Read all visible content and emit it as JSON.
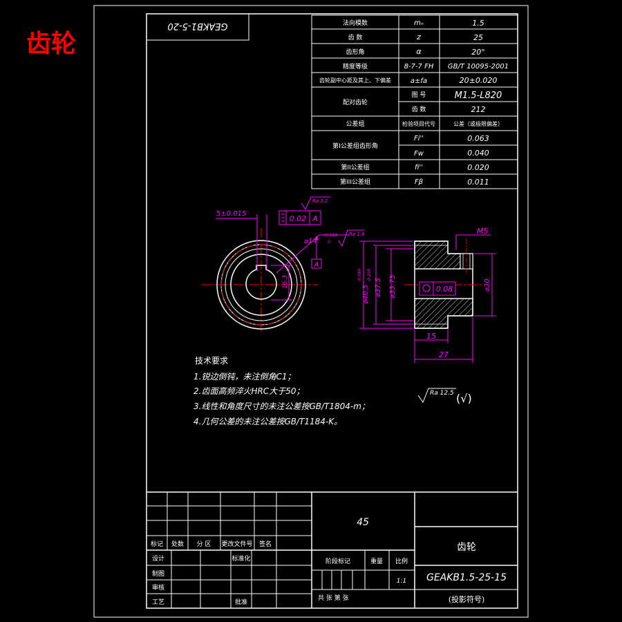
{
  "page_title": "齿轮",
  "mirror_code": "GEAKB1-5-20",
  "param_table": {
    "rows": [
      {
        "label": "法向模数",
        "symbol": "mₙ",
        "value": "1.5"
      },
      {
        "label": "齿  数",
        "symbol": "z",
        "value": "25"
      },
      {
        "label": "齿形角",
        "symbol": "α",
        "value": "20°"
      },
      {
        "label": "精度等级",
        "symbol": "8-7-7 FH",
        "value": "GB/T 10095-2001"
      },
      {
        "label": "齿轮副中心距及其上、下偏差",
        "symbol": "a±fa",
        "value": "20±0.020"
      }
    ],
    "mating_label": "配对齿轮",
    "mating_rows": [
      {
        "key": "图  号",
        "value": "M1.5-L820"
      },
      {
        "key": "齿  数",
        "value": "212"
      }
    ],
    "tol_header": {
      "label": "公差组",
      "symbol": "检验项目代号",
      "value": "公差（或极限偏差）"
    },
    "group1_label": "第I公差组齿形角",
    "group1_rows": [
      {
        "symbol": "Fi''",
        "value": "0.063"
      },
      {
        "symbol": "Fw",
        "value": "0.040"
      }
    ],
    "group2": {
      "label": "第II公差组",
      "symbol": "fi''",
      "value": "0.020"
    },
    "group3": {
      "label": "第III公差组",
      "symbol": "Fβ",
      "value": "0.011"
    }
  },
  "drawing": {
    "left_view": {
      "dim_keyway": "5±0.015",
      "tol_value": "0.02",
      "tol_datum": "A",
      "roughness_top": "Ra 3.2",
      "roughness_hub": "Ra 1.6",
      "bore_dia": "⌀14",
      "bore_tol_upper": "+0.018",
      "bore_tol_lower": "0",
      "datum_label": "A",
      "keyway_depth": "16.3"
    },
    "section_view": {
      "thread": "M5",
      "dia_tip": "⌀40.5",
      "dia_tip_tol_upper": "-0.080",
      "dia_tip_tol_lower": "-0.205",
      "dia_pitch": "⌀37.5",
      "dia_root": "⌀33.75",
      "dia_hub": "⌀30",
      "runout_value": "0.08",
      "len_hub": "15",
      "len_total": "27"
    }
  },
  "tech_requirements": {
    "title": "技术要求",
    "items": [
      "1.锐边倒钝，未注倒角C1；",
      "2.齿面高频淬火HRC大于50；",
      "3.线性和角度尺寸的未注公差按GB/T1804-m；",
      "4.几何公差的未注公差按GB/T1184-K。"
    ],
    "roughness_general": "Ra 12.5",
    "roughness_other": "(√)"
  },
  "title_block": {
    "material": "45",
    "part_name": "齿轮",
    "drawing_number": "GEAKB1.5-25-15",
    "footer_code": "(投影符号)",
    "scale": "1:1",
    "revision_headers": [
      "标记",
      "处数",
      "分 区",
      "更改文件号",
      "签名"
    ],
    "role_rows": [
      {
        "left": "设计",
        "mid": "标准化"
      },
      {
        "left": "制图",
        "mid": ""
      },
      {
        "left": "审核",
        "mid": ""
      },
      {
        "left": "工艺",
        "mid": "批准"
      }
    ],
    "stage_headers": [
      "阶段标记",
      "重量",
      "比例"
    ],
    "sheet_text": "共  张 第  张"
  }
}
